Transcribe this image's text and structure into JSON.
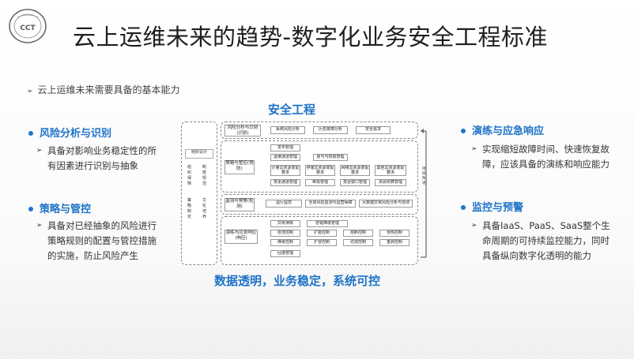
{
  "title": "云上运维未来的趋势-数字化业务安全工程标准",
  "subhead": "云上运维未来需要具备的基本能力",
  "left_sections": [
    {
      "title": "风险分析与识别",
      "lines": [
        "具备对影响业务稳定性的所",
        "有因素进行识别与抽象"
      ]
    },
    {
      "title": "策略与管控",
      "lines": [
        "具备对已经抽象的风险进行",
        "策略规则的配置与管控措施",
        "的实施，防止风险产生"
      ]
    }
  ],
  "right_sections": [
    {
      "title": "演练与应急响应",
      "lines": [
        "实现缩短故障时间、快速恢复故",
        "障，应该具备的演练和响应能力"
      ]
    },
    {
      "title": "监控与预警",
      "lines": [
        "具备IaaS、PaaS、SaaS整个生",
        "命周期的可持续监控能力，同时",
        "具备纵向数字化透明的能力"
      ]
    }
  ],
  "center_title": "安全工程",
  "bottom_caption": "数据透明，业务稳定，系统可控",
  "diagram": {
    "left_panel": {
      "top_box": "组织设计",
      "col1": "组织保障",
      "col2": "制度规范",
      "col3": "策略制定",
      "col4": "文化培养"
    },
    "stages": [
      {
        "label": "风险分析与识别(识别)",
        "cells": [
          "系统风险分析",
          "历史故障分析",
          "安全需求"
        ]
      },
      {
        "label": "策略与管控(预防)",
        "cells": [
          "发布管理",
          "运维通道管理",
          "账号与权限管理",
          "计量云资源变配要求",
          "存储云资源变配要求",
          "网络云资源变配要求",
          "其他云资源变配要求",
          "变更通道管理",
          "审批管理",
          "变更窗口管理",
          "资源预算管理"
        ]
      },
      {
        "label": "监测与预警(检测)",
        "cells": [
          "运行监控",
          "全局风险监测与运营保障",
          "大数据异常风险分析与预测"
        ]
      },
      {
        "label": "演练与应急响应(响应)",
        "cells": [
          "异常演练",
          "容错降级管理",
          "限流控制",
          "扩能控制",
          "熔断控制",
          "预热控制",
          "降级控制",
          "扩容控制",
          "切流控制",
          "重启控制",
          "回滚管理"
        ]
      }
    ],
    "right_arrow_label": "持续改进"
  }
}
